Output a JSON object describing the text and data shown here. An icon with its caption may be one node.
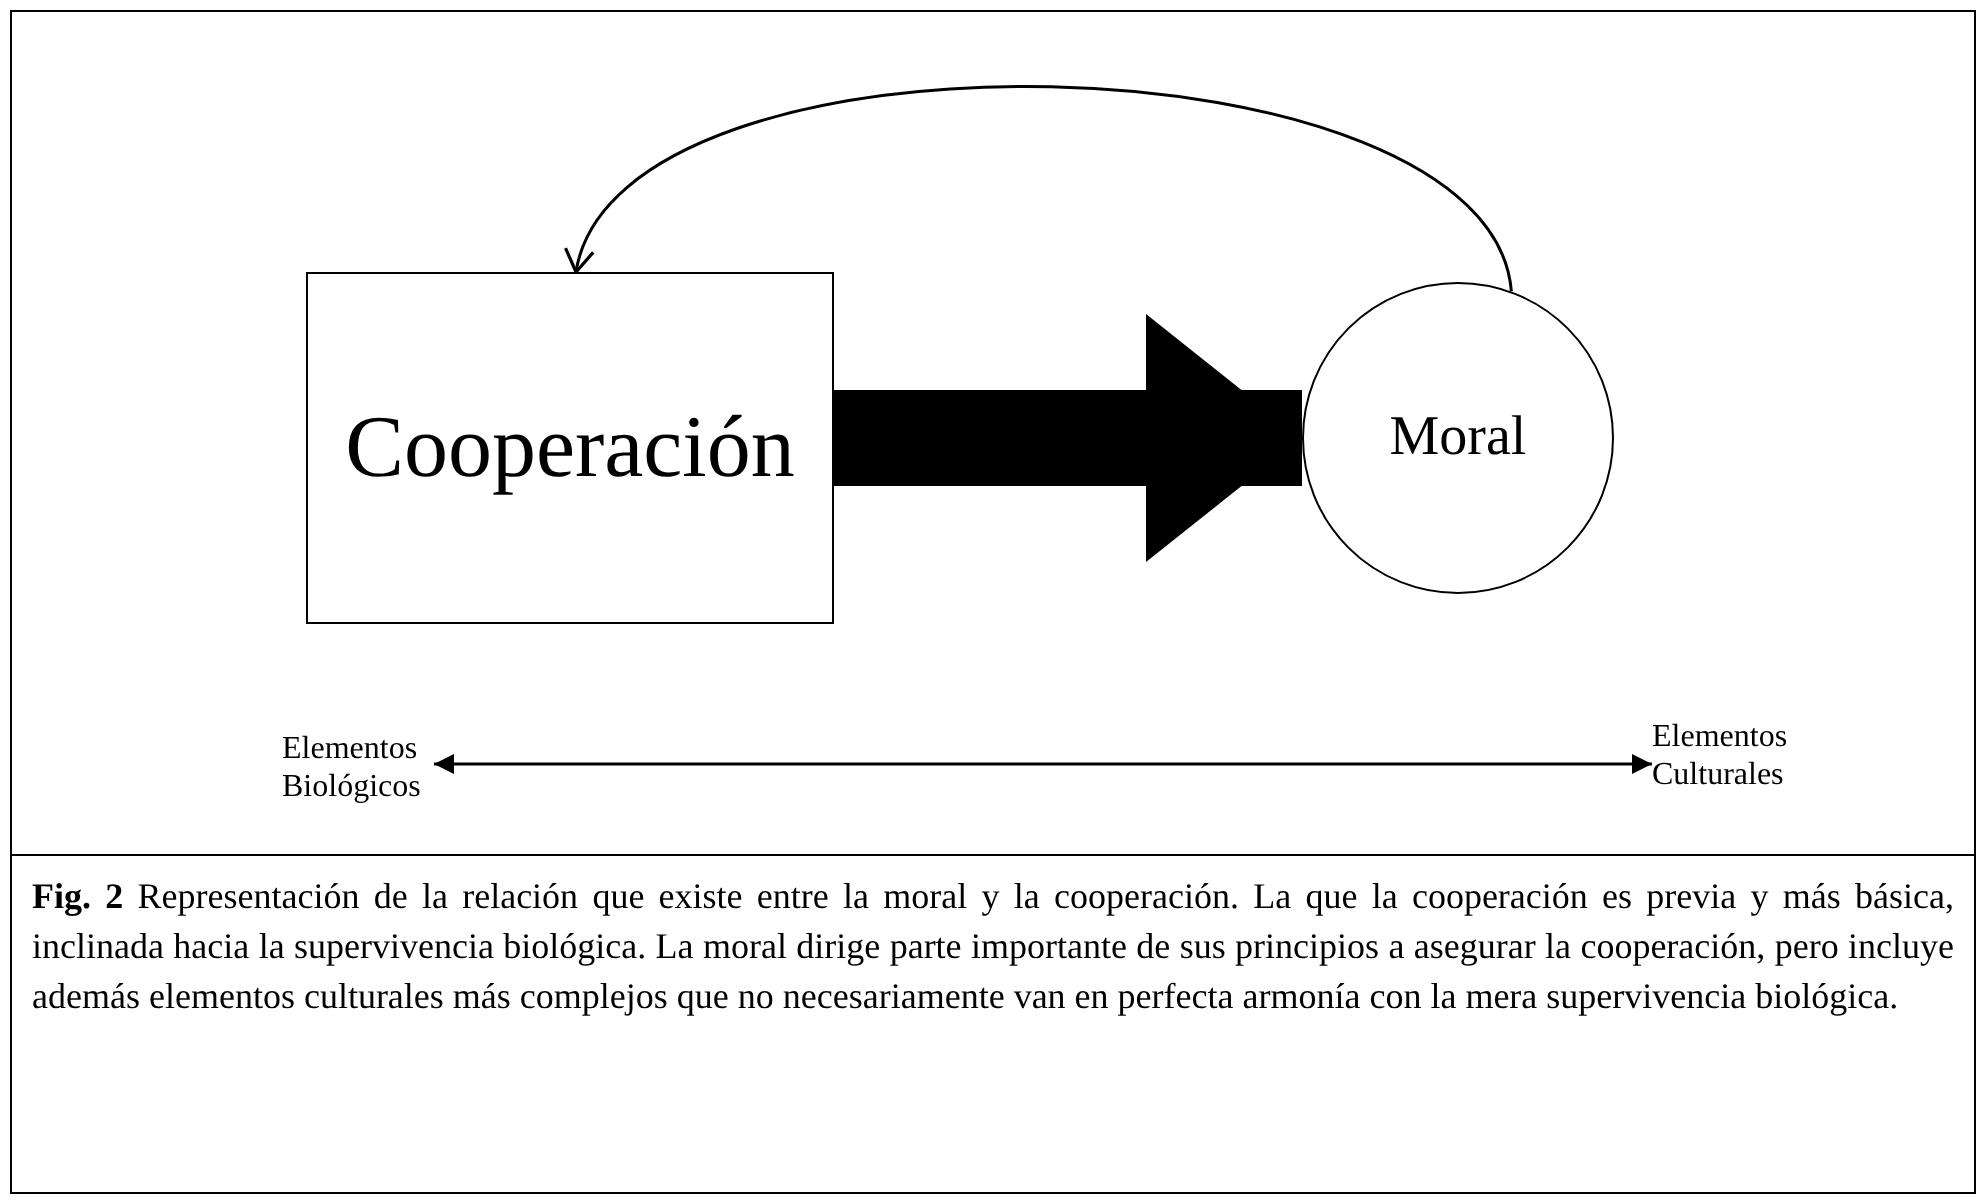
{
  "diagram": {
    "caption": "**Fig. 2** Representación de la relación que existe entre la moral y la cooperación. La que la cooperación es previa y más básica, inclinada hacia la supervivencia biológica. La moral dirige parte importante de sus principios a asegurar la cooperación, pero incluye además elementos culturales más complejos que no necesariamente van en perfecta armonía con la mera supervivencia biológica.",
    "nodes": [
      {
        "text": [
          "Cooperación"
        ]
      },
      {
        "text": [
          "Moral"
        ]
      },
      {
        "text": [
          "Elementos Biológicos"
        ]
      },
      {
        "text": [
          "Elementos Culturales"
        ]
      }
    ],
    "edges": [
      {
        "from": 0,
        "to": 1,
        "arrow": "to",
        "style": "thick"
      },
      {
        "from": 1,
        "to": 0,
        "arrow": "to"
      },
      {
        "from": 2,
        "to": 3,
        "arrow": "both"
      }
    ]
  }
}
